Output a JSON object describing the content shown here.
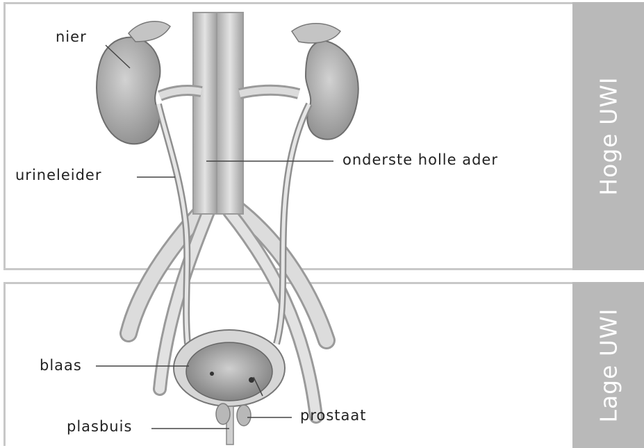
{
  "labels": {
    "nier": "nier",
    "urineleider": "urineleider",
    "vena_cava": "onderste holle ader",
    "blaas": "blaas",
    "prostaat": "prostaat",
    "plasbuis": "plasbuis"
  },
  "sections": {
    "upper": "Hoge UWI",
    "lower": "Lage UWI"
  }
}
